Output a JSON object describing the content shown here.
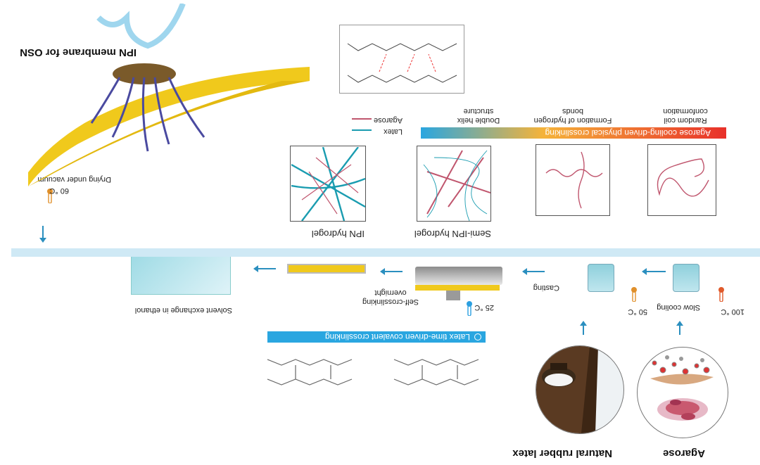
{
  "sources": {
    "agarose": "Agarose",
    "latex": "Natural rubber latex"
  },
  "top_band": {
    "label": "Latex time-driven covalent crosslinking",
    "color": "#2aa6e0"
  },
  "process_steps": [
    {
      "temp": "100 °C",
      "label": "",
      "therm_color": "#e05a2b"
    },
    {
      "temp": "",
      "label": "Slow cooling"
    },
    {
      "temp": "50 °C",
      "label": "",
      "therm_color": "#e0902b"
    },
    {
      "temp": "",
      "label": "Casting"
    },
    {
      "temp": "25 °C",
      "label": "Self-crosslinking overnight",
      "therm_color": "#2b9fe0"
    },
    {
      "temp": "",
      "label": "Solvent exchange in ethanol"
    }
  ],
  "hydrogels": {
    "semi_ipn": "Semi-IPN hydrogel",
    "ipn": "IPN hydrogel"
  },
  "bottom_band": {
    "label": "Agarose cooling-driven physical crosslinking",
    "color_start": "#e8302a",
    "color_mid": "#f5b33a",
    "color_end": "#2aa6e0"
  },
  "stages": [
    {
      "label": "Random coil conformation"
    },
    {
      "label": "Formation of hydrogen bonds"
    },
    {
      "label": "Double helix structure"
    }
  ],
  "legend": {
    "agarose": "Agarose",
    "latex": "Latex",
    "agarose_color": "#c0566e",
    "latex_color": "#1a9cb0"
  },
  "drying": {
    "temp": "60 °C",
    "label": "Drying under vacuum",
    "therm_color": "#e0902b"
  },
  "membrane": {
    "title": "IPN membrane for OSN",
    "color": "#f0c91c"
  },
  "flow_color": "#cfe9f5"
}
